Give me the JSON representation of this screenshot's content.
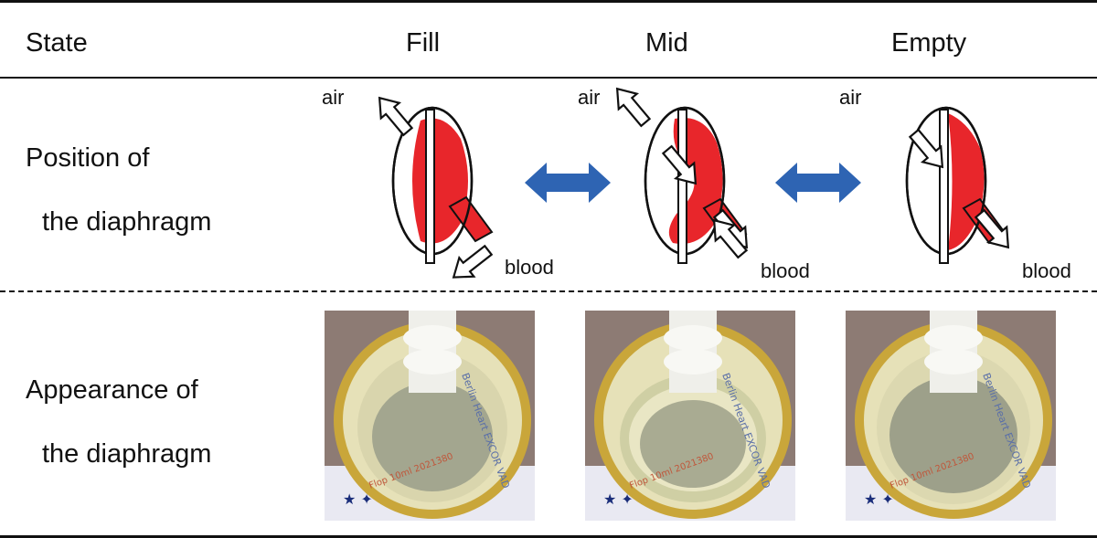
{
  "header": {
    "state": "State",
    "fill": "Fill",
    "mid": "Mid",
    "empty": "Empty"
  },
  "rows": {
    "position": {
      "line1": "Position of",
      "line2": "the diaphragm"
    },
    "appearance": {
      "line1": "Appearance of",
      "line2": "the diaphragm"
    }
  },
  "labels": {
    "air": "air",
    "blood": "blood"
  },
  "photo_text": {
    "brand": "Berlin Heart EXCOR VAD",
    "lot": "Flop 10ml 2021380"
  },
  "colors": {
    "blood": "#e8262b",
    "arrow": "#2e64b3",
    "rule": "#111111"
  }
}
